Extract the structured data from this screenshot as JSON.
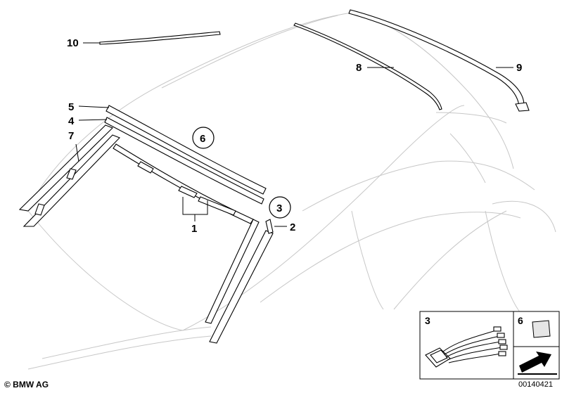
{
  "callouts": {
    "c1": "1",
    "c2": "2",
    "c3": "3",
    "c4": "4",
    "c5": "5",
    "c6": "6",
    "c7": "7",
    "c8": "8",
    "c9": "9",
    "c10": "10"
  },
  "inset": {
    "left_label": "3",
    "right_label": "6"
  },
  "footer": {
    "copyright": "© BMW AG",
    "doc_number": "00140421"
  }
}
